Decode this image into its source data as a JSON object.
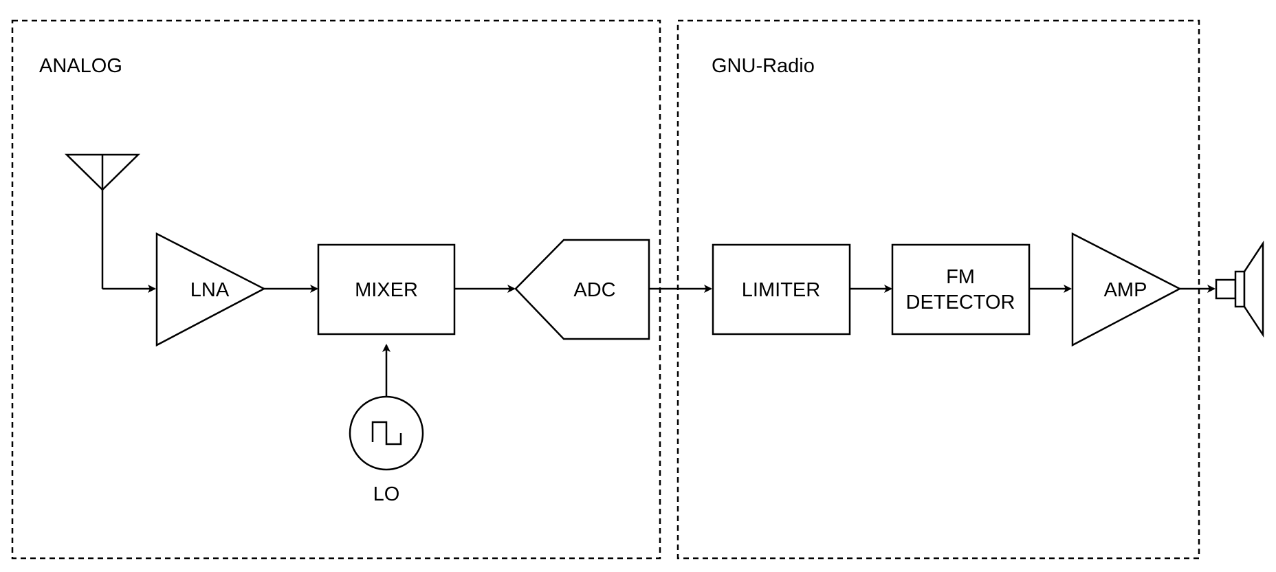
{
  "groups": {
    "analog": "ANALOG",
    "gnu_radio": "GNU-Radio"
  },
  "blocks": {
    "lna": "LNA",
    "mixer": "MIXER",
    "adc": "ADC",
    "limiter": "LIMITER",
    "fm_detector_line1": "FM",
    "fm_detector_line2": "DETECTOR",
    "amp": "AMP",
    "lo": "LO"
  },
  "icons": {
    "antenna": "antenna-icon",
    "oscillator": "square-wave-oscillator-icon",
    "speaker": "speaker-icon"
  }
}
